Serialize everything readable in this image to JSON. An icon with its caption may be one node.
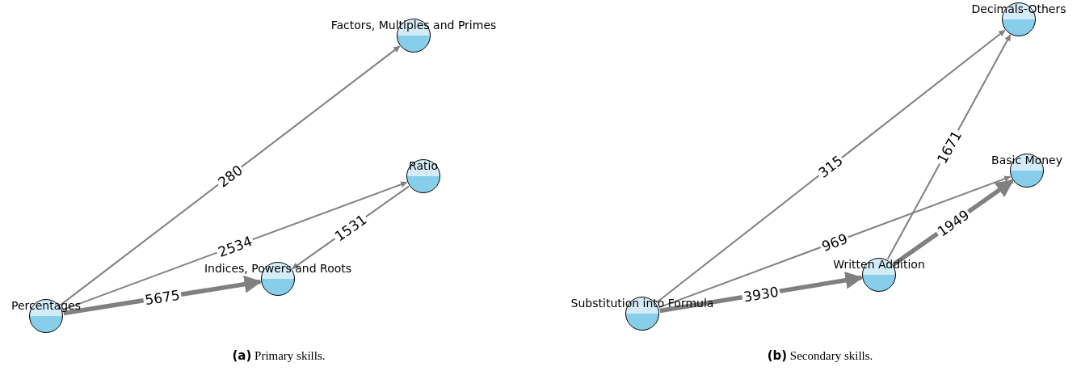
{
  "diagram": {
    "nodes": [
      {
        "text": [
          "Factors, Multiples and Primes"
        ]
      },
      {
        "text": [
          "Ratio"
        ]
      },
      {
        "text": [
          "Indices, Powers and Roots"
        ]
      },
      {
        "text": [
          "Percentages"
        ]
      },
      {
        "text": [
          "Decimals-Others"
        ]
      },
      {
        "text": [
          "Basic Money"
        ]
      },
      {
        "text": [
          "Written Addition"
        ]
      },
      {
        "text": [
          "Substitution into Formula"
        ]
      }
    ],
    "edges": [
      {
        "from": 3,
        "to": 0,
        "arrow": "to",
        "label": "280"
      },
      {
        "from": 3,
        "to": 1,
        "arrow": "to",
        "label": "2534"
      },
      {
        "from": 1,
        "to": 2,
        "arrow": "to",
        "label": "1531"
      },
      {
        "from": 3,
        "to": 2,
        "arrow": "to",
        "label": "5675",
        "style": "thick"
      },
      {
        "from": 7,
        "to": 4,
        "arrow": "to",
        "label": "315"
      },
      {
        "from": 6,
        "to": 4,
        "arrow": "to",
        "label": "1671"
      },
      {
        "from": 7,
        "to": 5,
        "arrow": "to",
        "label": "969"
      },
      {
        "from": 6,
        "to": 5,
        "arrow": "to",
        "label": "1949",
        "style": "thick"
      },
      {
        "from": 7,
        "to": 6,
        "arrow": "to",
        "label": "3930",
        "style": "thick"
      }
    ],
    "labels": [
      "**(a)** Primary skills.",
      "**(b)** Secondary skills."
    ]
  }
}
